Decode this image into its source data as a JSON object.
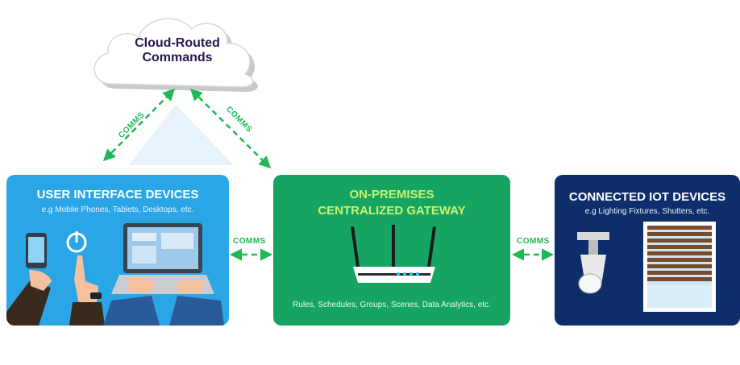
{
  "cloud": {
    "label_line1": "Cloud-Routed",
    "label_line2": "Commands"
  },
  "comms": {
    "left_diagonal": "COMMS",
    "right_diagonal": "COMMS",
    "ui_gateway": "COMMS",
    "gateway_iot": "COMMS"
  },
  "ui_devices": {
    "title": "USER INTERFACE DEVICES",
    "subtitle": "e.g Mobile Phones, Tablets, Desktops, etc."
  },
  "gateway": {
    "title_line1": "ON-PREMISES",
    "title_line2": "CENTRALIZED GATEWAY",
    "footer": "Rules, Schedules, Groups, Scenes, Data Analytics, etc."
  },
  "iot_devices": {
    "title": "CONNECTED IOT DEVICES",
    "subtitle": "e.g Lighting Fixtures, Shutters, etc."
  },
  "colors": {
    "ui_box": "#2aa6e6",
    "gateway_box": "#16a463",
    "iot_box": "#0d2e6b",
    "arrow": "#1db954",
    "cloud_text": "#2b1450"
  }
}
